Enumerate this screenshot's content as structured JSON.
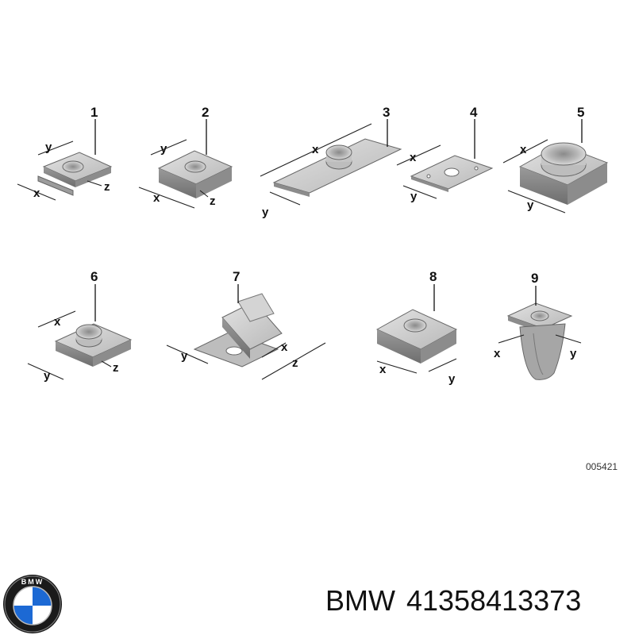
{
  "parts": [
    {
      "number": "1",
      "labels": {
        "x": "x",
        "y": "y",
        "z": "z"
      }
    },
    {
      "number": "2",
      "labels": {
        "x": "x",
        "y": "y",
        "z": "z"
      }
    },
    {
      "number": "3",
      "labels": {
        "x": "x",
        "y": "y"
      }
    },
    {
      "number": "4",
      "labels": {
        "x": "x",
        "y": "y"
      }
    },
    {
      "number": "5",
      "labels": {
        "x": "x",
        "y": "y"
      }
    },
    {
      "number": "6",
      "labels": {
        "x": "x",
        "y": "y",
        "z": "z"
      }
    },
    {
      "number": "7",
      "labels": {
        "x": "x",
        "y": "y",
        "z": "z"
      }
    },
    {
      "number": "8",
      "labels": {
        "x": "x",
        "y": "y"
      }
    },
    {
      "number": "9",
      "labels": {
        "x": "x",
        "y": "y"
      }
    }
  ],
  "diagram_ref": "005421",
  "logo_letters": "BMW",
  "caption": {
    "brand": "BMW",
    "part_number": "41358413373"
  },
  "colors": {
    "metal_light": "#cfcfcf",
    "metal_mid": "#a9a9a9",
    "metal_dark": "#7d7d7d",
    "bmw_blue": "#1c69d4"
  }
}
